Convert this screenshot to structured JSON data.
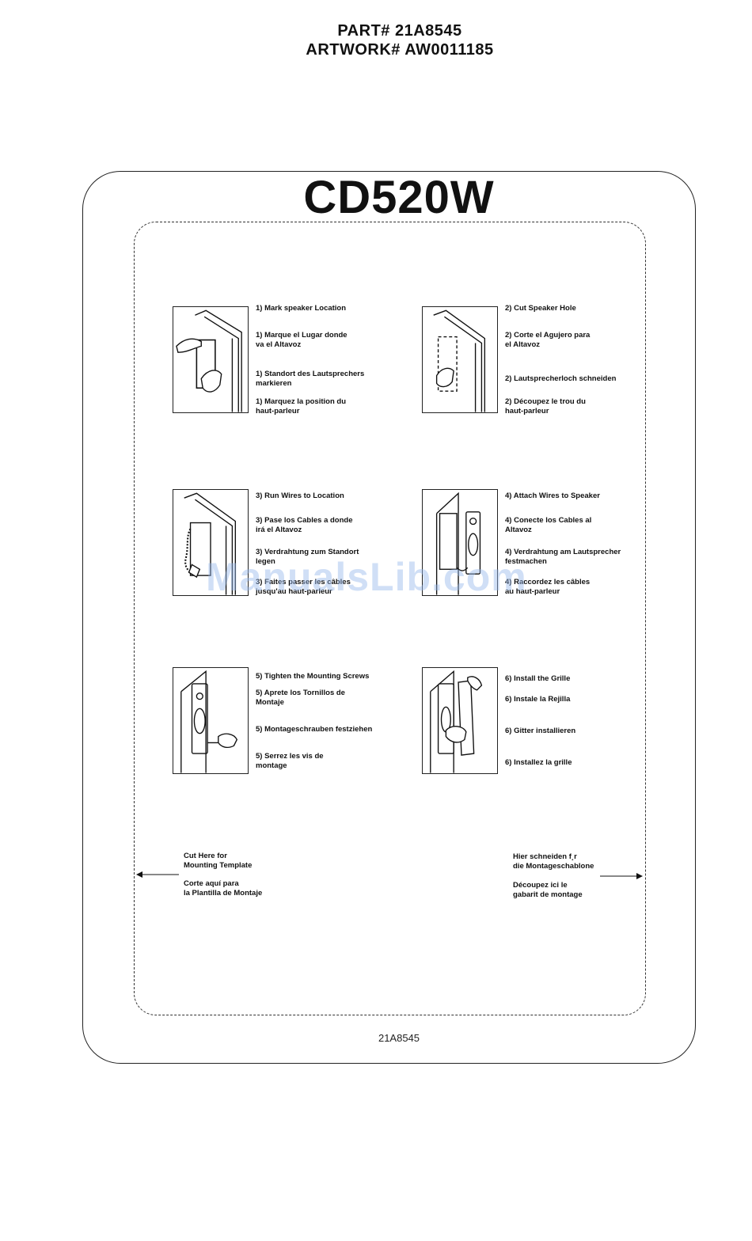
{
  "header": {
    "part": "PART# 21A8545",
    "artwork": "ARTWORK# AW0011185"
  },
  "model": "CD520W",
  "steps": [
    {
      "icon": "mark-location-icon",
      "lines": [
        "1) Mark speaker Location",
        "1) Marque el Lugar donde\nva el Altavoz",
        "1) Standort des Lautsprechers\nmarkieren",
        "1) Marquez la position du\nhaut-parleur"
      ]
    },
    {
      "icon": "cut-hole-icon",
      "lines": [
        "2) Cut Speaker Hole",
        "2) Corte el Agujero para\nel Altavoz",
        "2) Lautsprecherloch schneiden",
        "2) Découpez le trou du\nhaut-parleur"
      ]
    },
    {
      "icon": "run-wires-icon",
      "lines": [
        "3) Run Wires to Location",
        "3) Pase los Cables a donde\nirá el Altavoz",
        "3) Verdrahtung zum Standort\nlegen",
        "3) Faites passer les câbles\njusqu'au haut-parleur"
      ]
    },
    {
      "icon": "attach-wires-icon",
      "lines": [
        "4) Attach Wires to Speaker",
        "4) Conecte los Cables al\nAltavoz",
        "4) Verdrahtung am Lautsprecher\nfestmachen",
        "4) Raccordez les câbles\nau haut-parleur"
      ]
    },
    {
      "icon": "tighten-screws-icon",
      "lines": [
        "5) Tighten the Mounting Screws",
        "5) Aprete los Tornillos de\nMontaje",
        "5) Montageschrauben festziehen",
        "5) Serrez les vis de\nmontage"
      ]
    },
    {
      "icon": "install-grille-icon",
      "lines": [
        "6) Install the Grille",
        "6) Instale la Rejilla",
        "6) Gitter installieren",
        "6) Installez la grille"
      ]
    }
  ],
  "cut_left": {
    "en": "Cut Here for\nMounting Template",
    "es": "Corte aquí para\nla Plantilla de Montaje"
  },
  "cut_right": {
    "de": "Hier schneiden f¸r\ndie Montageschablone",
    "fr": "Découpez ici le\ngabarit de montage"
  },
  "footer_code": "21A8545",
  "watermark": "ManualsLib.com"
}
